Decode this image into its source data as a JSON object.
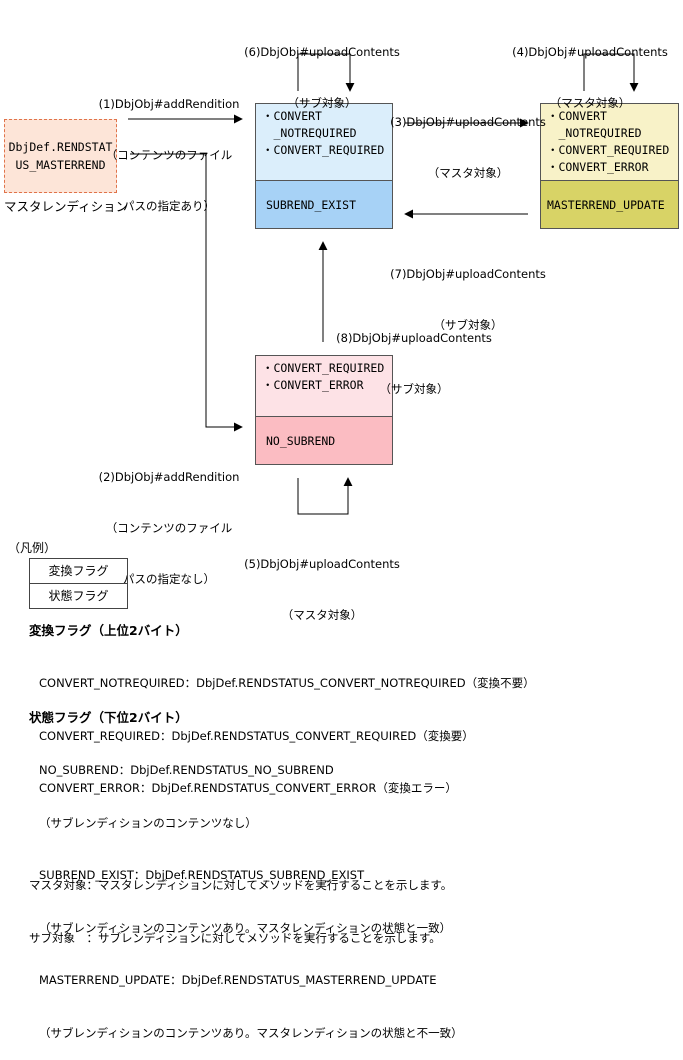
{
  "legend_caption": "（凡例）",
  "legend": {
    "convert_flag": "変換フラグ",
    "state_flag": "状態フラグ"
  },
  "master_rendition": {
    "box_lines": [
      "DbjDef.RENDSTAT",
      "US_MASTERREND"
    ],
    "caption": "マスタレンディション"
  },
  "state_boxes": {
    "subrend_exist": {
      "flags": [
        "・CONVERT",
        "　_NOTREQUIRED",
        "・CONVERT_REQUIRED"
      ],
      "state": "SUBREND_EXIST",
      "top_color": "#dbeefb",
      "bottom_color": "#a7d2f6"
    },
    "masterrend_update": {
      "flags": [
        "・CONVERT",
        "　_NOTREQUIRED",
        "・CONVERT_REQUIRED",
        "・CONVERT_ERROR"
      ],
      "state": "MASTERREND_UPDATE",
      "top_color": "#f8f2c8",
      "bottom_color": "#d8d366"
    },
    "no_subrend": {
      "flags": [
        "・CONVERT_REQUIRED",
        "・CONVERT_ERROR"
      ],
      "state": "NO_SUBREND",
      "top_color": "#fde2e6",
      "bottom_color": "#fbbcc2"
    }
  },
  "transitions": {
    "t1": [
      "(1)DbjObj#addRendition",
      "（コンテンツのファイル",
      "パスの指定あり）"
    ],
    "t2": [
      "(2)DbjObj#addRendition",
      "（コンテンツのファイル",
      "パスの指定なし）"
    ],
    "t3": [
      "(3)DbjObj#uploadContents",
      "（マスタ対象）"
    ],
    "t4": [
      "(4)DbjObj#uploadContents",
      "（マスタ対象）"
    ],
    "t5": [
      "(5)DbjObj#uploadContents",
      "（マスタ対象）"
    ],
    "t6": [
      "(6)DbjObj#uploadContents",
      "（サブ対象）"
    ],
    "t7": [
      "(7)DbjObj#uploadContents",
      "（サブ対象）"
    ],
    "t8": [
      "(8)DbjObj#uploadContents",
      "（サブ対象）"
    ]
  },
  "convert_flags": {
    "heading": "変換フラグ（上位2バイト）",
    "lines": [
      "CONVERT_NOTREQUIRED：DbjDef.RENDSTATUS_CONVERT_NOTREQUIRED（変換不要）",
      "CONVERT_REQUIRED：DbjDef.RENDSTATUS_CONVERT_REQUIRED（変換要）",
      "CONVERT_ERROR：DbjDef.RENDSTATUS_CONVERT_ERROR（変換エラー）"
    ]
  },
  "state_flags": {
    "heading": "状態フラグ（下位2バイト）",
    "lines": [
      "NO_SUBREND：DbjDef.RENDSTATUS_NO_SUBREND",
      "（サブレンディションのコンテンツなし）",
      "SUBREND_EXIST：DbjDef.RENDSTATUS_SUBREND_EXIST",
      "（サブレンディションのコンテンツあり。マスタレンディションの状態と一致）",
      "MASTERREND_UPDATE：DbjDef.RENDSTATUS_MASTERREND_UPDATE",
      "（サブレンディションのコンテンツあり。マスタレンディションの状態と不一致）"
    ]
  },
  "notes": [
    "マスタ対象：マスタレンディションに対してメソッドを実行することを示します。",
    "サブ対象　：サブレンディションに対してメソッドを実行することを示します。"
  ]
}
